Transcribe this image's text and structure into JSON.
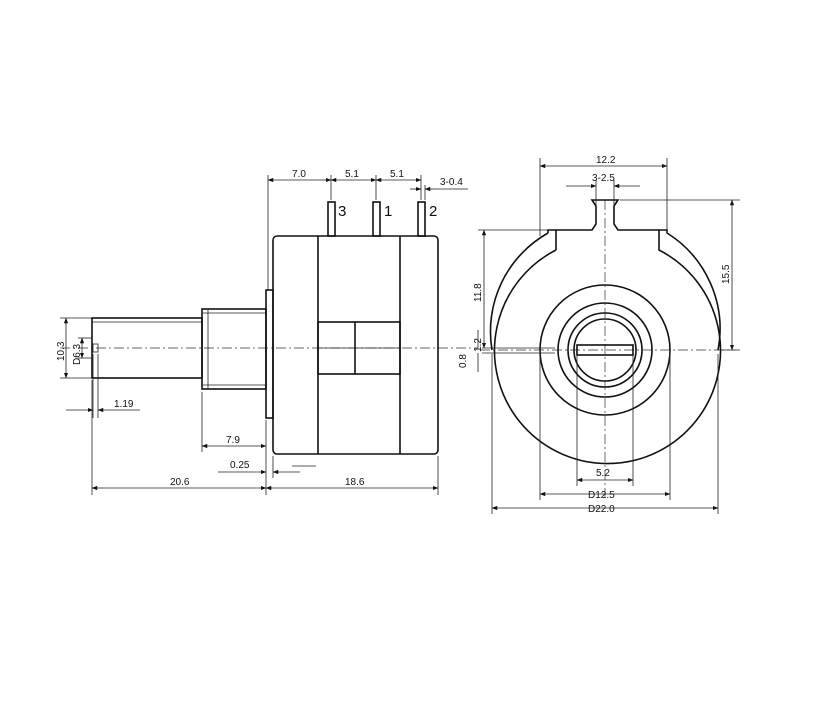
{
  "pins": {
    "pin3": "3",
    "pin1": "1",
    "pin2": "2"
  },
  "side_view": {
    "top_dims": [
      "7.0",
      "5.1",
      "5.1",
      "3-0.4"
    ],
    "shaft_dia_outer": "10.3",
    "shaft_dia_inner": "D6.3",
    "shaft_flat": "1.19",
    "bushing_len": "7.9",
    "flange_thk": "0.25",
    "shaft_len": "20.6",
    "body_len": "18.6"
  },
  "front_view": {
    "tab_width": "12.2",
    "tab_slot": "3-2.5",
    "height_total": "15.5",
    "height_center": "11.8",
    "slot_width": "1.2",
    "slot_depth": "0.8",
    "slot_len": "5.2",
    "bushing_dia": "D12.5",
    "body_dia": "D22.0"
  }
}
